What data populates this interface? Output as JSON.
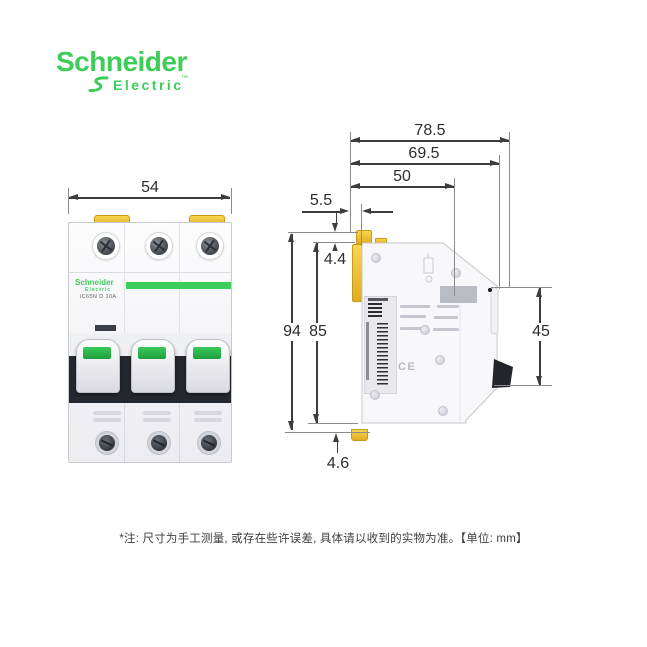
{
  "brand": {
    "name": "Schneider",
    "sub": "Electric",
    "tm": "™"
  },
  "front_view": {
    "dim_width": "54",
    "device": {
      "brand_line1": "Schneider",
      "brand_line2": "Electric",
      "model": "iC65N  D 10A"
    }
  },
  "side_view": {
    "dim_overall_depth": "78.5",
    "dim_body_depth": "69.5",
    "dim_front_depth": "50",
    "dim_rail_offset": "5.5",
    "dim_top_clip": "4.4",
    "dim_overall_height": "94",
    "dim_body_height": "85",
    "dim_bottom_clip": "4.6",
    "dim_front_height": "45",
    "device": {
      "ce_mark": "CE"
    }
  },
  "footnote": "*注: 尺寸为手工测量, 或存在些许误差, 具体请以收到的实物为准。【单位: mm】",
  "icons": [
    "schneider-symbol-icon",
    "qr-code",
    "barcode",
    "din-rail-clip"
  ],
  "colors": {
    "brand_green": "#3dcd58",
    "clip_yellow": "#eec437",
    "dim_line": "#3c3c3c",
    "dark_band": "#24272d"
  }
}
